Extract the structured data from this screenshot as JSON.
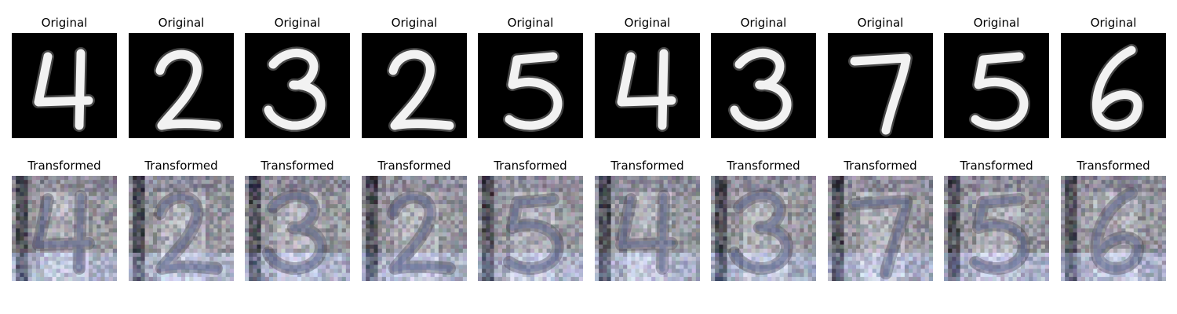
{
  "figure": {
    "background": "#ffffff",
    "rows": [
      {
        "label": "Original",
        "kind": "digit",
        "items": [
          {
            "title": "Original",
            "digit": "4"
          },
          {
            "title": "Original",
            "digit": "2"
          },
          {
            "title": "Original",
            "digit": "3"
          },
          {
            "title": "Original",
            "digit": "2"
          },
          {
            "title": "Original",
            "digit": "5"
          },
          {
            "title": "Original",
            "digit": "4"
          },
          {
            "title": "Original",
            "digit": "3"
          },
          {
            "title": "Original",
            "digit": "7"
          },
          {
            "title": "Original",
            "digit": "5"
          },
          {
            "title": "Original",
            "digit": "6"
          }
        ]
      },
      {
        "label": "Transformed",
        "kind": "transformed",
        "items": [
          {
            "title": "Transformed",
            "digit": "4"
          },
          {
            "title": "Transformed",
            "digit": "2"
          },
          {
            "title": "Transformed",
            "digit": "3"
          },
          {
            "title": "Transformed",
            "digit": "2"
          },
          {
            "title": "Transformed",
            "digit": "5"
          },
          {
            "title": "Transformed",
            "digit": "4"
          },
          {
            "title": "Transformed",
            "digit": "3"
          },
          {
            "title": "Transformed",
            "digit": "7"
          },
          {
            "title": "Transformed",
            "digit": "5"
          },
          {
            "title": "Transformed",
            "digit": "6"
          }
        ]
      }
    ],
    "colors": {
      "original_bg": "#000000",
      "original_fg": "#f2f2f2",
      "transformed_base": "#9a978f",
      "transformed_light": "#c9cccf",
      "transformed_dark": "#3e3a4a",
      "transformed_blue": "#5a6aa0"
    }
  }
}
